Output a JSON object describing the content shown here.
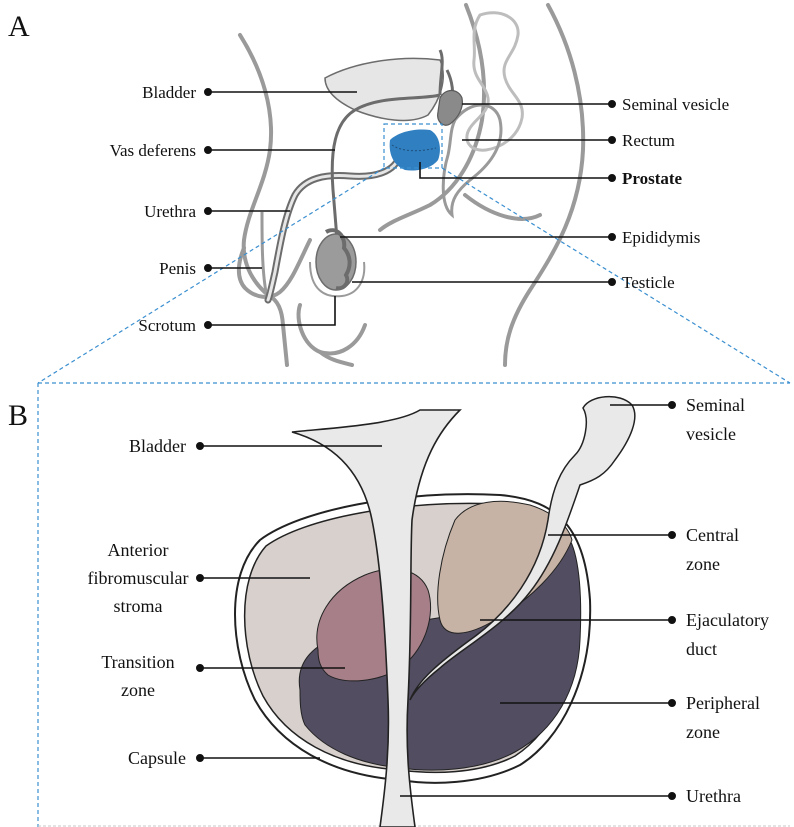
{
  "panel_a": {
    "letter": "A",
    "labels": {
      "bladder": "Bladder",
      "vas_deferens": "Vas deferens",
      "urethra": "Urethra",
      "penis": "Penis",
      "scrotum": "Scrotum",
      "seminal_vesicle": "Seminal vesicle",
      "rectum": "Rectum",
      "prostate": "Prostate",
      "epididymis": "Epididymis",
      "testicle": "Testicle"
    }
  },
  "panel_b": {
    "letter": "B",
    "labels": {
      "bladder": "Bladder",
      "afs_1": "Anterior",
      "afs_2": "fibromuscular",
      "afs_3": "stroma",
      "tz_1": "Transition",
      "tz_2": "zone",
      "capsule": "Capsule",
      "sv_1": "Seminal",
      "sv_2": "vesicle",
      "cz_1": "Central",
      "cz_2": "zone",
      "ed_1": "Ejaculatory",
      "ed_2": "duct",
      "pz_1": "Peripheral",
      "pz_2": "zone",
      "urethra": "Urethra"
    }
  },
  "colors": {
    "prostate_blue": "#2f7fc1",
    "body_outline": "#9a9a9a",
    "organ_fill": "#e6e6e6",
    "testicle": "#9b9b9b",
    "stroma": "#d7d0cc",
    "transition_zone": "#a67f89",
    "central_zone": "#c7b3a5",
    "peripheral_zone": "#524d60",
    "duct_fill": "#e9e9e9",
    "dashed_blue": "#3a8fd0"
  }
}
